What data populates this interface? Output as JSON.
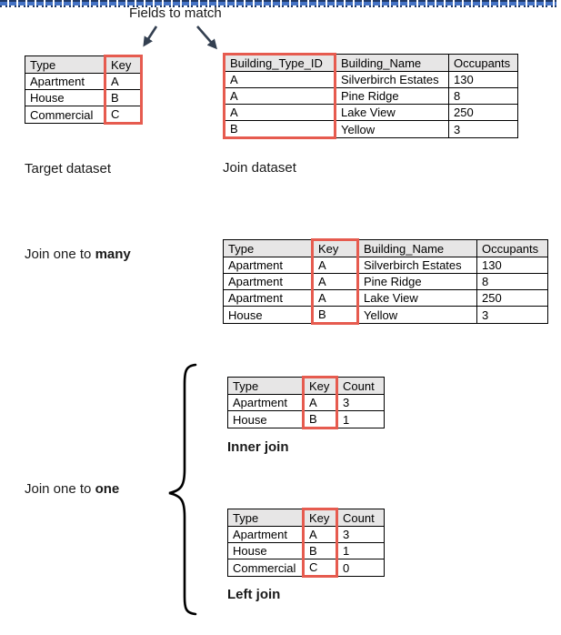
{
  "annotation": {
    "title": "Fields to match"
  },
  "labels": {
    "target_dataset": "Target dataset",
    "join_dataset": "Join dataset",
    "join_one_to_many": {
      "prefix": "Join one to ",
      "bold": "many"
    },
    "join_one_to_one": {
      "prefix": "Join one to ",
      "bold": "one"
    },
    "inner_join": "Inner join",
    "left_join": "Left join"
  },
  "colors": {
    "highlight_outline": "#e65b4f",
    "table_header_bg": "#e7e6e6",
    "arrow": "#333f50",
    "divider_blue": "#4472c4",
    "divider_navy": "#203864"
  },
  "tables": {
    "target": {
      "headers": [
        "Type",
        "Key"
      ],
      "rows": [
        [
          "Apartment",
          "A"
        ],
        [
          "House",
          "B"
        ],
        [
          "Commercial",
          "C"
        ]
      ],
      "highlight_col": 1
    },
    "join": {
      "headers": [
        "Building_Type_ID",
        "Building_Name",
        "Occupants"
      ],
      "rows": [
        [
          "A",
          "Silverbirch Estates",
          "130"
        ],
        [
          "A",
          "Pine Ridge",
          "8"
        ],
        [
          "A",
          "Lake View",
          "250"
        ],
        [
          "B",
          "Yellow",
          "3"
        ]
      ],
      "highlight_col": 0
    },
    "one_to_many": {
      "headers": [
        "Type",
        "Key",
        "Building_Name",
        "Occupants"
      ],
      "rows": [
        [
          "Apartment",
          "A",
          "Silverbirch Estates",
          "130"
        ],
        [
          "Apartment",
          "A",
          "Pine Ridge",
          "8"
        ],
        [
          "Apartment",
          "A",
          "Lake View",
          "250"
        ],
        [
          "House",
          "B",
          "Yellow",
          "3"
        ]
      ],
      "highlight_col": 1
    },
    "inner": {
      "headers": [
        "Type",
        "Key",
        "Count"
      ],
      "rows": [
        [
          "Apartment",
          "A",
          "3"
        ],
        [
          "House",
          "B",
          "1"
        ]
      ],
      "highlight_col": 1
    },
    "left": {
      "headers": [
        "Type",
        "Key",
        "Count"
      ],
      "rows": [
        [
          "Apartment",
          "A",
          "3"
        ],
        [
          "House",
          "B",
          "1"
        ],
        [
          "Commercial",
          "C",
          "0"
        ]
      ],
      "highlight_col": 1
    }
  }
}
